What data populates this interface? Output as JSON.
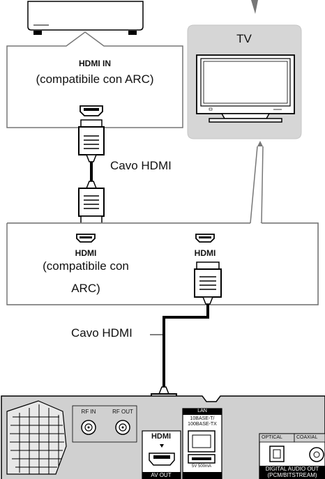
{
  "amplifier_box": {
    "port_title": "HDMI IN",
    "port_note": "(compatibile con ARC)"
  },
  "tv_box": {
    "label": "TV"
  },
  "cable_top": {
    "label": "Cavo HDMI"
  },
  "middle_box": {
    "left_port_title": "HDMI",
    "left_port_note_line1": "(compatibile con",
    "left_port_note_line2": "ARC)",
    "right_port_title": "HDMI"
  },
  "cable_bottom": {
    "label": "Cavo HDMI"
  },
  "player_panel": {
    "rf_in": "RF IN",
    "rf_out": "RF OUT",
    "hdmi_logo": "HDMI",
    "av_out": "AV OUT",
    "lan_title": "LAN",
    "lan_spec_line1": "10BASE-T/",
    "lan_spec_line2": "100BASE-TX",
    "usb_rating": "5V 500mA",
    "optical": "OPTICAL",
    "coaxial": "COAXIAL",
    "digital_out_line1": "DIGITAL AUDIO OUT",
    "digital_out_line2": "(PCM/BITSTREAM)"
  }
}
